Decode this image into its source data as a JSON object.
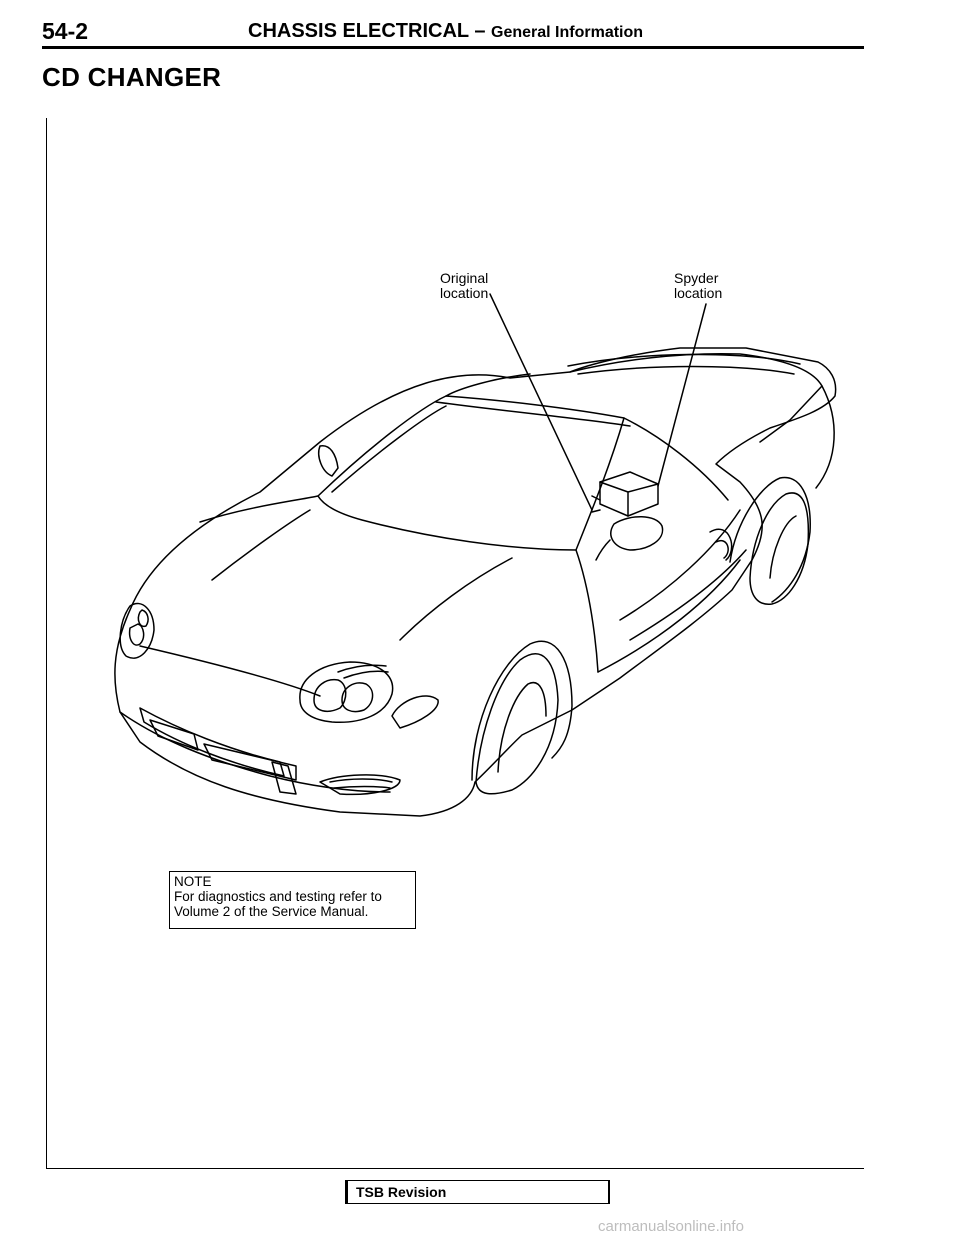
{
  "header": {
    "page_number": "54-2",
    "title": "CHASSIS ELECTRICAL",
    "separator": " – ",
    "subtitle": "General Information"
  },
  "section_title": "CD CHANGER",
  "illustration": {
    "callouts": {
      "original_line1": "Original",
      "original_line2": "location",
      "spyder_line1": "Spyder",
      "spyder_line2": "location"
    }
  },
  "note": {
    "label": "NOTE",
    "line1": "For diagnostics and testing refer to",
    "line2": "Volume 2 of the Service Manual."
  },
  "footer": {
    "tsb_label": "TSB Revision",
    "watermark": "carmanualsonline.info"
  }
}
